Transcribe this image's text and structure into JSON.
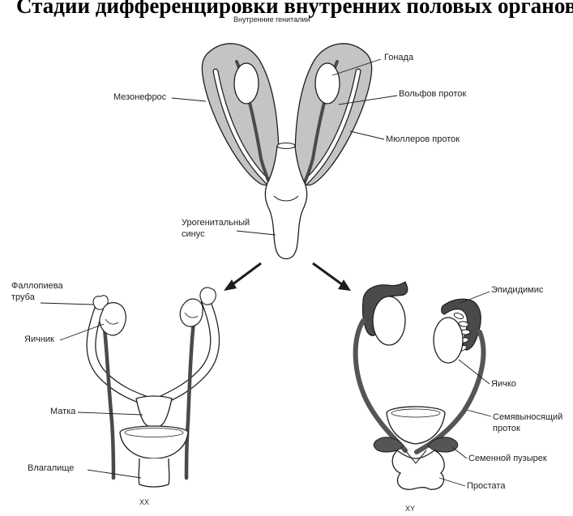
{
  "heading": "Стадии дифференцировки внутренних половых органов",
  "top": {
    "title": "Внутренние гениталии",
    "mesonephros": "Мезонефрос",
    "gonad": "Гонада",
    "wolffian_duct": "Вольфов проток",
    "mullerian_duct": "Мюллеров проток",
    "urogenital_sinus": "Урогенитальный синус"
  },
  "female": {
    "fallopian_tube": "Фаллопиева труба",
    "ovary": "Яичник",
    "uterus": "Матка",
    "vagina": "Влагалище",
    "karyotype": "XX"
  },
  "male": {
    "epididymis": "Эпидидимис",
    "testis": "Яичко",
    "vas_deferens": "Семявыносящий проток",
    "seminal_vesicle": "Семенной пузырек",
    "prostate": "Простата",
    "karyotype": "XY"
  },
  "colors": {
    "line": "#1e1e1e",
    "mesonephros_fill": "#c4c4c4",
    "duct_dark": "#555555",
    "background": "#ffffff"
  }
}
